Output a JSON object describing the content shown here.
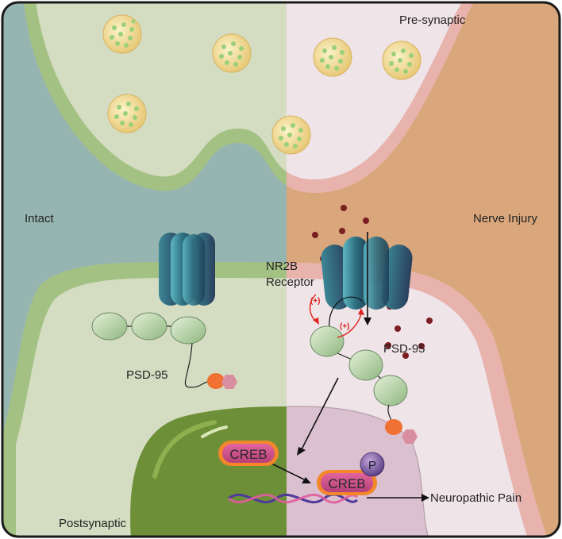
{
  "labels": {
    "presynaptic": "Pre-synaptic",
    "intact": "Intact",
    "nerve_injury": "Nerve Injury",
    "receptor_line1": "NR2B",
    "receptor_line2": "Receptor",
    "psd95_left": "PSD-95",
    "psd95_right": "PSD-95",
    "creb_left": "CREB",
    "creb_right": "CREB",
    "phospho": "P",
    "outcome": "Neuropathic Pain",
    "postsynaptic": "Postsynaptic",
    "plus_1": "(+)",
    "plus_2": "(+)"
  },
  "colors": {
    "intact_bg": "#97b5b0",
    "injury_bg": "#d9a77b",
    "intact_pre": "#d4dcc1",
    "injury_pre": "#efe4e8",
    "intact_membrane": "#a4c184",
    "injury_membrane": "#e8b3ad",
    "nucleus_intact": "#6d8f38",
    "nucleus_injury": "#dbc0cf",
    "psd_bead": "#c6dcb0",
    "activation_arrow": "#e0241f",
    "glutamate": "#7a1e22",
    "receptor": "#3f7f8f"
  }
}
